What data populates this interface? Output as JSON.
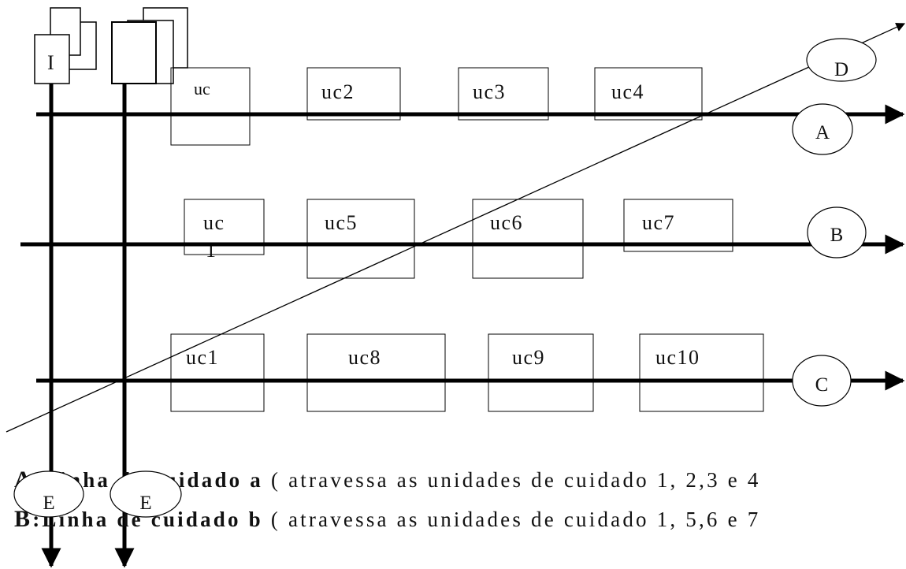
{
  "units": {
    "u_top_left": "uc",
    "u2": "uc2",
    "u3": "uc3",
    "u4": "uc4",
    "u_mid_left": "uc",
    "u_mid_left_partial": "1",
    "u5": "uc5",
    "u6": "uc6",
    "u7": "uc7",
    "u1": "uc1",
    "u8": "uc8",
    "u9": "uc9",
    "u10": "uc10"
  },
  "lines": {
    "A": "A",
    "B": "B",
    "C": "C",
    "D": "D",
    "E1": "E",
    "E2": "E"
  },
  "doc_label": "I",
  "captions": {
    "a": {
      "key": "A",
      "sep": ":",
      "title": "Linha de cuidado a",
      "text": " ( atravessa as unidades de cuidado 1, 2,3 e 4"
    },
    "b": {
      "key": "B",
      "sep": ":",
      "title": "Linha de cuidado b",
      "text": " ( atravessa as unidades de cuidado 1, 5,6 e 7"
    }
  }
}
